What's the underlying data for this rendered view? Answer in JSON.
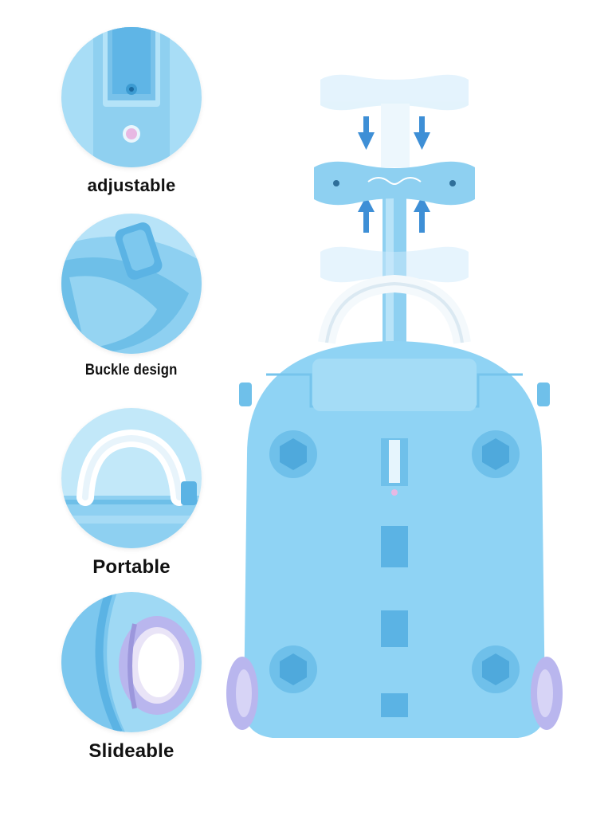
{
  "features": [
    {
      "label": "adjustable",
      "icon": "handle-lock-button-icon"
    },
    {
      "label": "Buckle design",
      "icon": "buckle-clasp-icon"
    },
    {
      "label": "Portable",
      "icon": "carry-handle-icon"
    },
    {
      "label": "Slideable",
      "icon": "wheel-icon"
    }
  ],
  "colors": {
    "body": "#8fd3f4",
    "body_dark": "#6fc0ea",
    "handle_light": "#d6effb",
    "wheel": "#b9b6ee",
    "arrow": "#3e8fd6",
    "label": "#111111"
  }
}
